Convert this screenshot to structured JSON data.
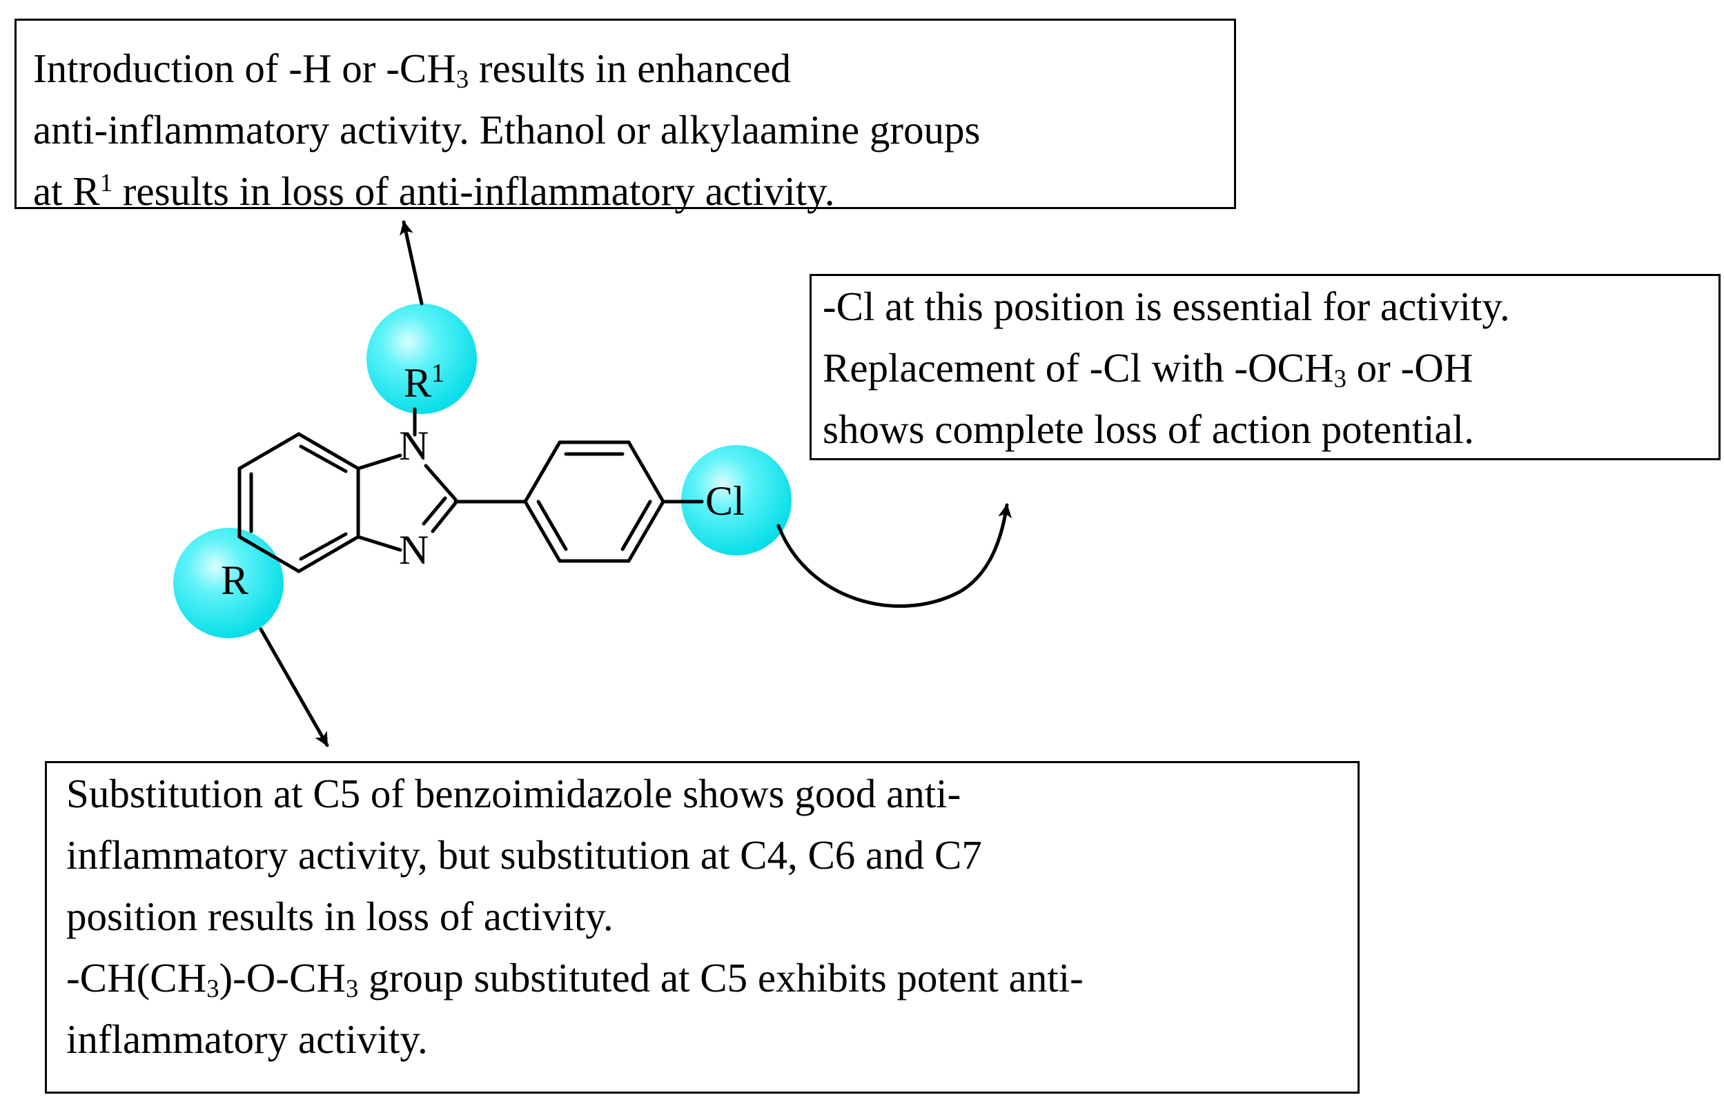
{
  "boxes": {
    "r1": {
      "line1_a": "Introduction of -H or -CH",
      "line1_sub": "3",
      "line1_b": " results in enhanced",
      "line2": "anti-inflammatory activity. Ethanol or alkylaamine groups",
      "line3_a": "at R",
      "line3_sup": "1",
      "line3_b": " results in loss of anti-inflammatory activity."
    },
    "cl": {
      "line1": "-Cl at this position is essential for activity.",
      "line2_a": "Replacement of -Cl with -OCH",
      "line2_sub": "3",
      "line2_b": " or -OH",
      "line3": "shows complete loss of action potential."
    },
    "r": {
      "line1": "Substitution at C5 of benzoimidazole shows good  anti-",
      "line2": "inflammatory activity, but substitution at C4, C6 and C7",
      "line3": "position results in loss of activity.",
      "line4_a": "-CH(CH",
      "line4_sub": "3",
      "line4_b": ")-O-CH",
      "line4_sub2": "3",
      "line4_c": " group substituted at C5 exhibits potent anti-",
      "line5": "inflammatory activity."
    }
  },
  "molecule": {
    "labels": {
      "r1_main": "R",
      "r1_sup": "1",
      "n1": "N",
      "n3": "N",
      "r": "R",
      "cl": "Cl"
    }
  },
  "colors": {
    "highlight": "#00e5ee",
    "line": "#000000"
  }
}
